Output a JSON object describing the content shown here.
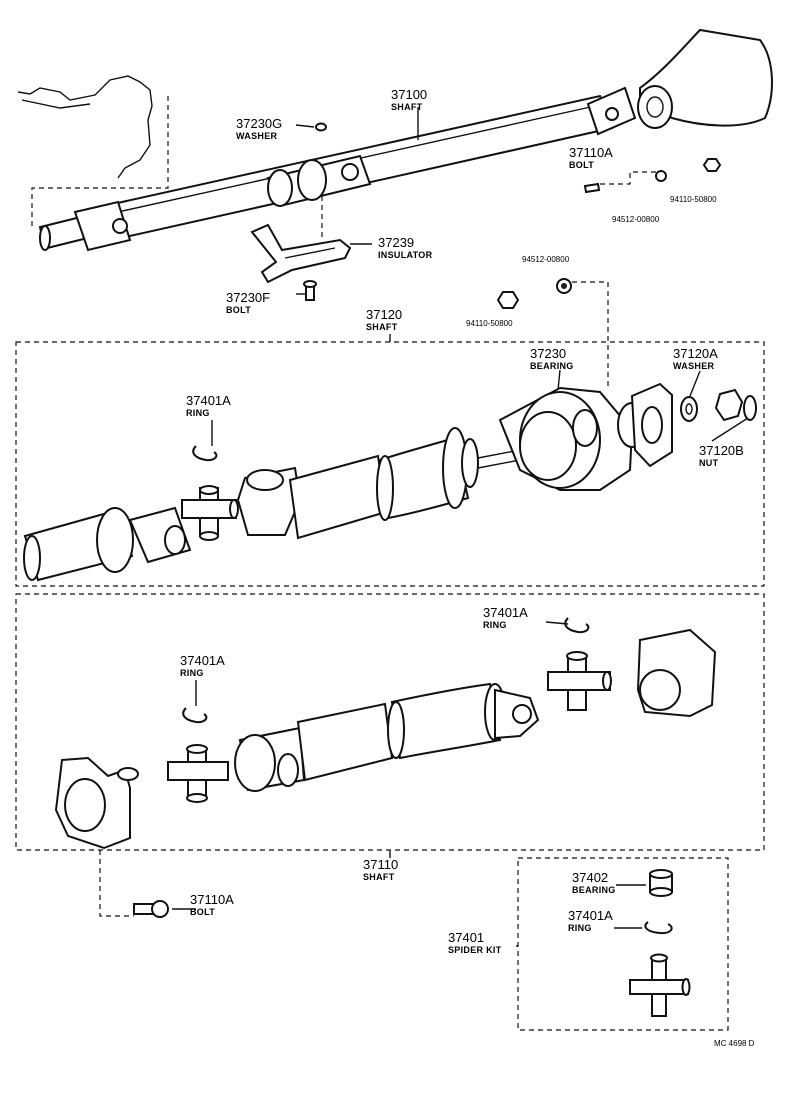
{
  "labels": {
    "shaft_37100": {
      "pn": "37100",
      "name": "SHAFT"
    },
    "washer_37230g": {
      "pn": "37230G",
      "name": "WASHER"
    },
    "bolt_37110a_top": {
      "pn": "37110A",
      "name": "BOLT"
    },
    "nut_94110_top": {
      "pn": "94110-50800"
    },
    "washer_94512_top": {
      "pn": "94512-00800"
    },
    "insulator_37239": {
      "pn": "37239",
      "name": "INSULATOR"
    },
    "bolt_37230f": {
      "pn": "37230F",
      "name": "BOLT"
    },
    "washer_94512_mid": {
      "pn": "94512-00800"
    },
    "nut_94110_mid": {
      "pn": "94110-50800"
    },
    "shaft_37120": {
      "pn": "37120",
      "name": "SHAFT"
    },
    "bearing_37230": {
      "pn": "37230",
      "name": "BEARING"
    },
    "washer_37120a": {
      "pn": "37120A",
      "name": "WASHER"
    },
    "ring_37401a_mid": {
      "pn": "37401A",
      "name": "RING"
    },
    "nut_37120b": {
      "pn": "37120B",
      "name": "NUT"
    },
    "ring_37401a_low_right": {
      "pn": "37401A",
      "name": "RING"
    },
    "ring_37401a_low_left": {
      "pn": "37401A",
      "name": "RING"
    },
    "shaft_37110": {
      "pn": "37110",
      "name": "SHAFT"
    },
    "bolt_37110a_bottom": {
      "pn": "37110A",
      "name": "BOLT"
    },
    "bearing_37402": {
      "pn": "37402",
      "name": "BEARING"
    },
    "ring_37401a_kit": {
      "pn": "37401A",
      "name": "RING"
    },
    "spider_kit_37401": {
      "pn": "37401",
      "name": "SPIDER KIT"
    }
  },
  "figure_code": "MC 4698 D"
}
